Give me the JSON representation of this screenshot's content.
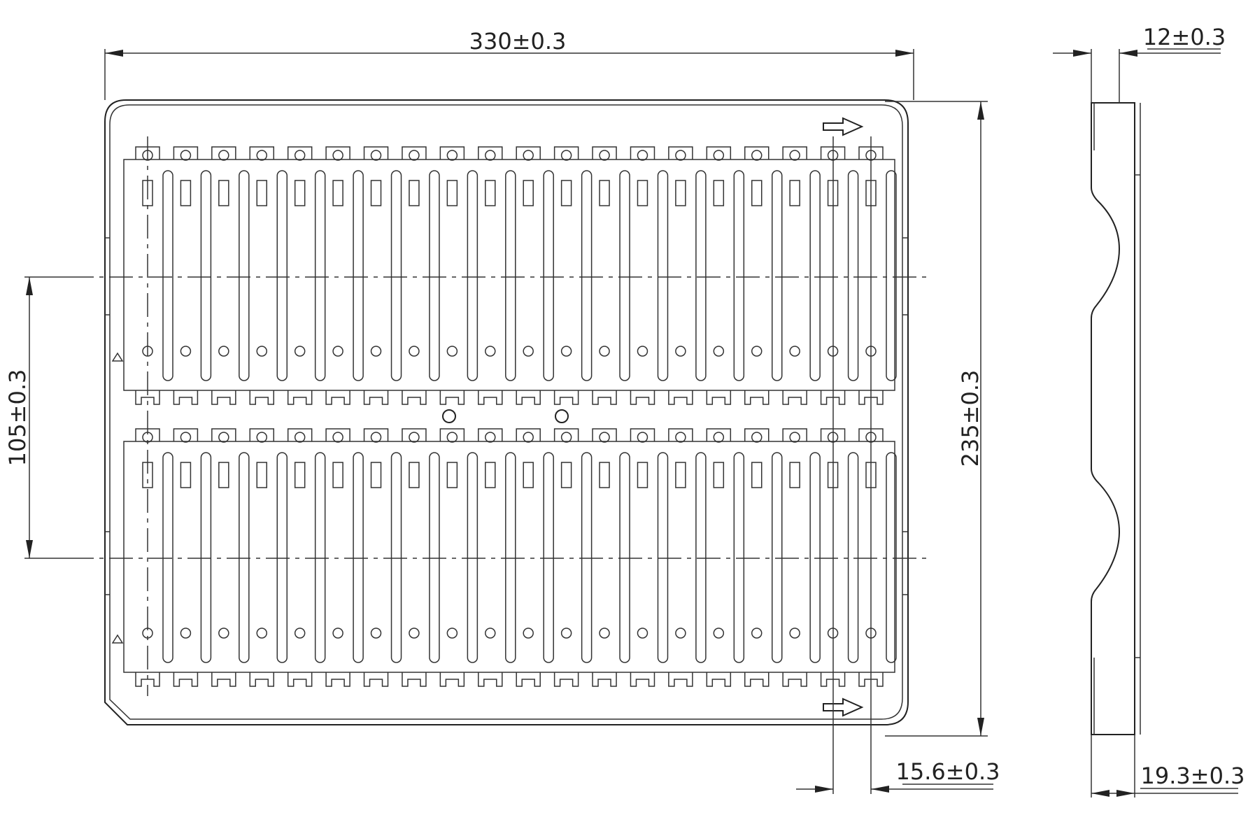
{
  "drawing": {
    "dimensions": {
      "overall_width": "330±0.3",
      "overall_height": "235±0.3",
      "row_pitch": "105±0.3",
      "pocket_pitch": "15.6±0.3",
      "tray_thickness": "12±0.3",
      "side_total": "19.3±0.3"
    },
    "pockets_per_row": 20,
    "rows": 2,
    "line_color": "#222222"
  }
}
